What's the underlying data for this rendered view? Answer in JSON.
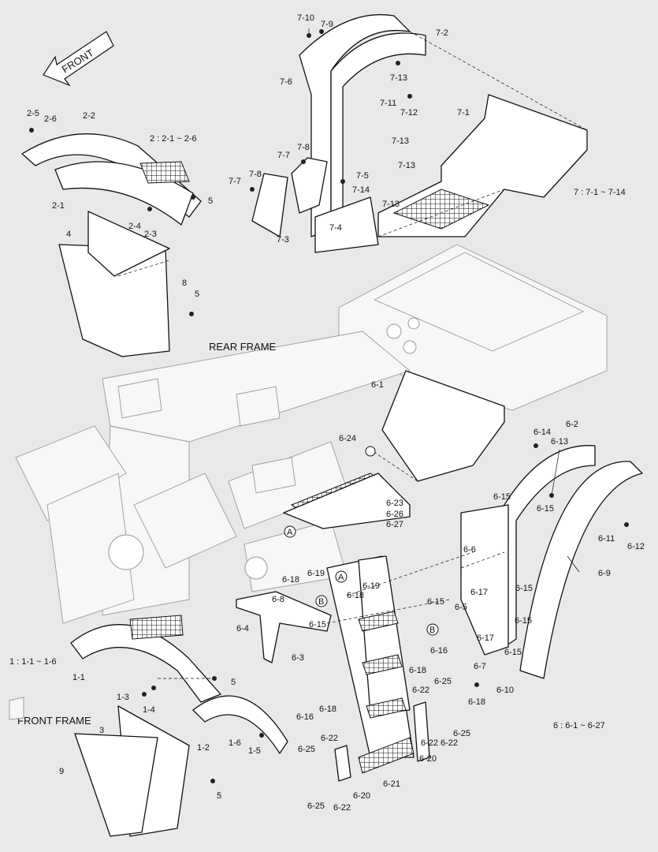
{
  "direction": "FRONT",
  "frames": {
    "rear": "REAR FRAME",
    "front": "FRONT FRAME"
  },
  "groups": [
    "2 : 2-1 ~ 2-6",
    "7 : 7-1 ~ 7-14",
    "1 : 1-1 ~ 1-6",
    "6 : 6-1 ~ 6-27"
  ],
  "callouts": {
    "circle_a": "A",
    "circle_b": "B"
  },
  "labels": [
    "7-10",
    "7-9",
    "7-2",
    "7-6",
    "7-13",
    "7-11",
    "7-12",
    "7-1",
    "7-13",
    "7-8",
    "7-7",
    "7-13",
    "7-8",
    "7-7",
    "7-5",
    "7-14",
    "7-13",
    "7-4",
    "7-3",
    "2-5",
    "2-6",
    "2-2",
    "2-1",
    "5",
    "2-4",
    "2-3",
    "4",
    "8",
    "5",
    "6-1",
    "6-24",
    "6-2",
    "6-14",
    "6-13",
    "6-15",
    "6-15",
    "6-11",
    "6-12",
    "6-9",
    "6-23",
    "6-26",
    "6-27",
    "6-6",
    "6-17",
    "6-15",
    "6-5",
    "6-15",
    "6-17",
    "6-15",
    "6-7",
    "6-15",
    "6-10",
    "6-18",
    "6-19",
    "6-18",
    "6-19",
    "6-18",
    "6-8",
    "6-4",
    "6-15",
    "6-3",
    "6-16",
    "6-18",
    "6-22",
    "6-25",
    "6-22",
    "6-25",
    "6-22",
    "6-20",
    "6-21",
    "6-16",
    "6-18",
    "6-22",
    "6-25",
    "6-20",
    "6-25",
    "6-22",
    "1-1",
    "1-3",
    "1-4",
    "5",
    "1-2",
    "1-6",
    "1-5",
    "3",
    "9",
    "5"
  ]
}
